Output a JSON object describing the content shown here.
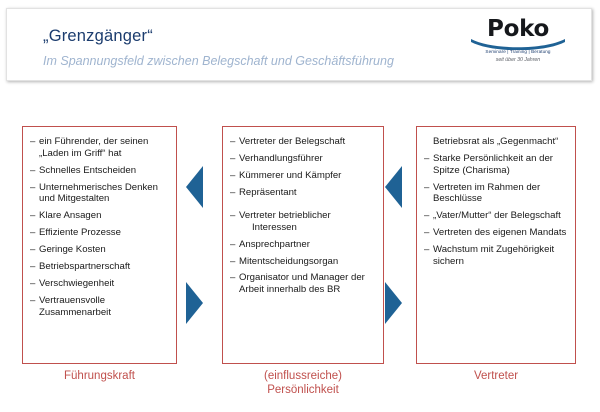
{
  "header": {
    "title": "„Grenzgänger“",
    "subtitle": "Im Spannungsfeld zwischen Belegschaft und Geschäftsführung",
    "accent_color": "#1b3c6e",
    "subtitle_color": "#9fb4cf"
  },
  "logo": {
    "wordmark": "Poko",
    "tagline": "Seminare | Training | Beratung",
    "years": "seit über 30 Jahren",
    "swoosh_color": "#1f6295"
  },
  "columns": [
    {
      "id": "col-1",
      "caption": "Führungskraft",
      "items": [
        {
          "dash": true,
          "text": "ein Führender, der seinen „Laden im Griff“ hat"
        },
        {
          "dash": true,
          "text": "Schnelles Entscheiden"
        },
        {
          "dash": true,
          "text": "Unternehmerisches Denken und Mitgestalten"
        },
        {
          "dash": true,
          "text": "Klare Ansagen"
        },
        {
          "dash": true,
          "text": "Effiziente Prozesse"
        },
        {
          "dash": true,
          "text": "Geringe Kosten"
        },
        {
          "dash": true,
          "text": "Betriebspartnerschaft"
        },
        {
          "dash": true,
          "text": "Verschwiegenheit"
        },
        {
          "dash": true,
          "text": "Vertrauensvolle Zusammenarbeit"
        }
      ]
    },
    {
      "id": "col-2",
      "caption": "(einflussreiche) Persönlichkeit",
      "caption_line_1": "(einflussreiche)",
      "caption_line_2": "Persönlichkeit",
      "items": [
        {
          "dash": true,
          "text": "Vertreter der Belegschaft"
        },
        {
          "dash": true,
          "text": "Verhandlungsführer"
        },
        {
          "dash": true,
          "text": "Kümmerer und Kämpfer"
        },
        {
          "dash": true,
          "text": "Repräsentant"
        },
        {
          "spacer": true,
          "text": ""
        },
        {
          "dash": true,
          "text": "Vertreter betrieblicher"
        },
        {
          "indent": true,
          "text": "Interessen"
        },
        {
          "dash": true,
          "text": "Ansprechpartner"
        },
        {
          "dash": true,
          "text": "Mitentscheidungsorgan"
        },
        {
          "dash": true,
          "text": "Organisator und Manager der Arbeit innerhalb des BR"
        }
      ]
    },
    {
      "id": "col-3",
      "caption": "Vertreter",
      "items": [
        {
          "dash": false,
          "text": "Betriebsrat als „Gegenmacht“"
        },
        {
          "dash": true,
          "text": "Starke Persönlichkeit an der Spitze (Charisma)"
        },
        {
          "dash": true,
          "text": "Vertreten im Rahmen der Beschlüsse"
        },
        {
          "dash": true,
          "text": "„Vater/Mutter“ der Belegschaft"
        },
        {
          "dash": true,
          "text": "Vertreten des eigenen Mandats"
        },
        {
          "dash": true,
          "text": "Wachstum mit Zugehörigkeit sichern"
        }
      ]
    }
  ],
  "arrows": {
    "color": "#1f6295",
    "items": [
      {
        "name": "arrow-left-upper-1",
        "direction": "left"
      },
      {
        "name": "arrow-right-lower-1",
        "direction": "right"
      },
      {
        "name": "arrow-left-upper-2",
        "direction": "left"
      },
      {
        "name": "arrow-right-lower-2",
        "direction": "right"
      }
    ]
  },
  "box_border_color": "#c0504d",
  "dash_glyph": "–"
}
